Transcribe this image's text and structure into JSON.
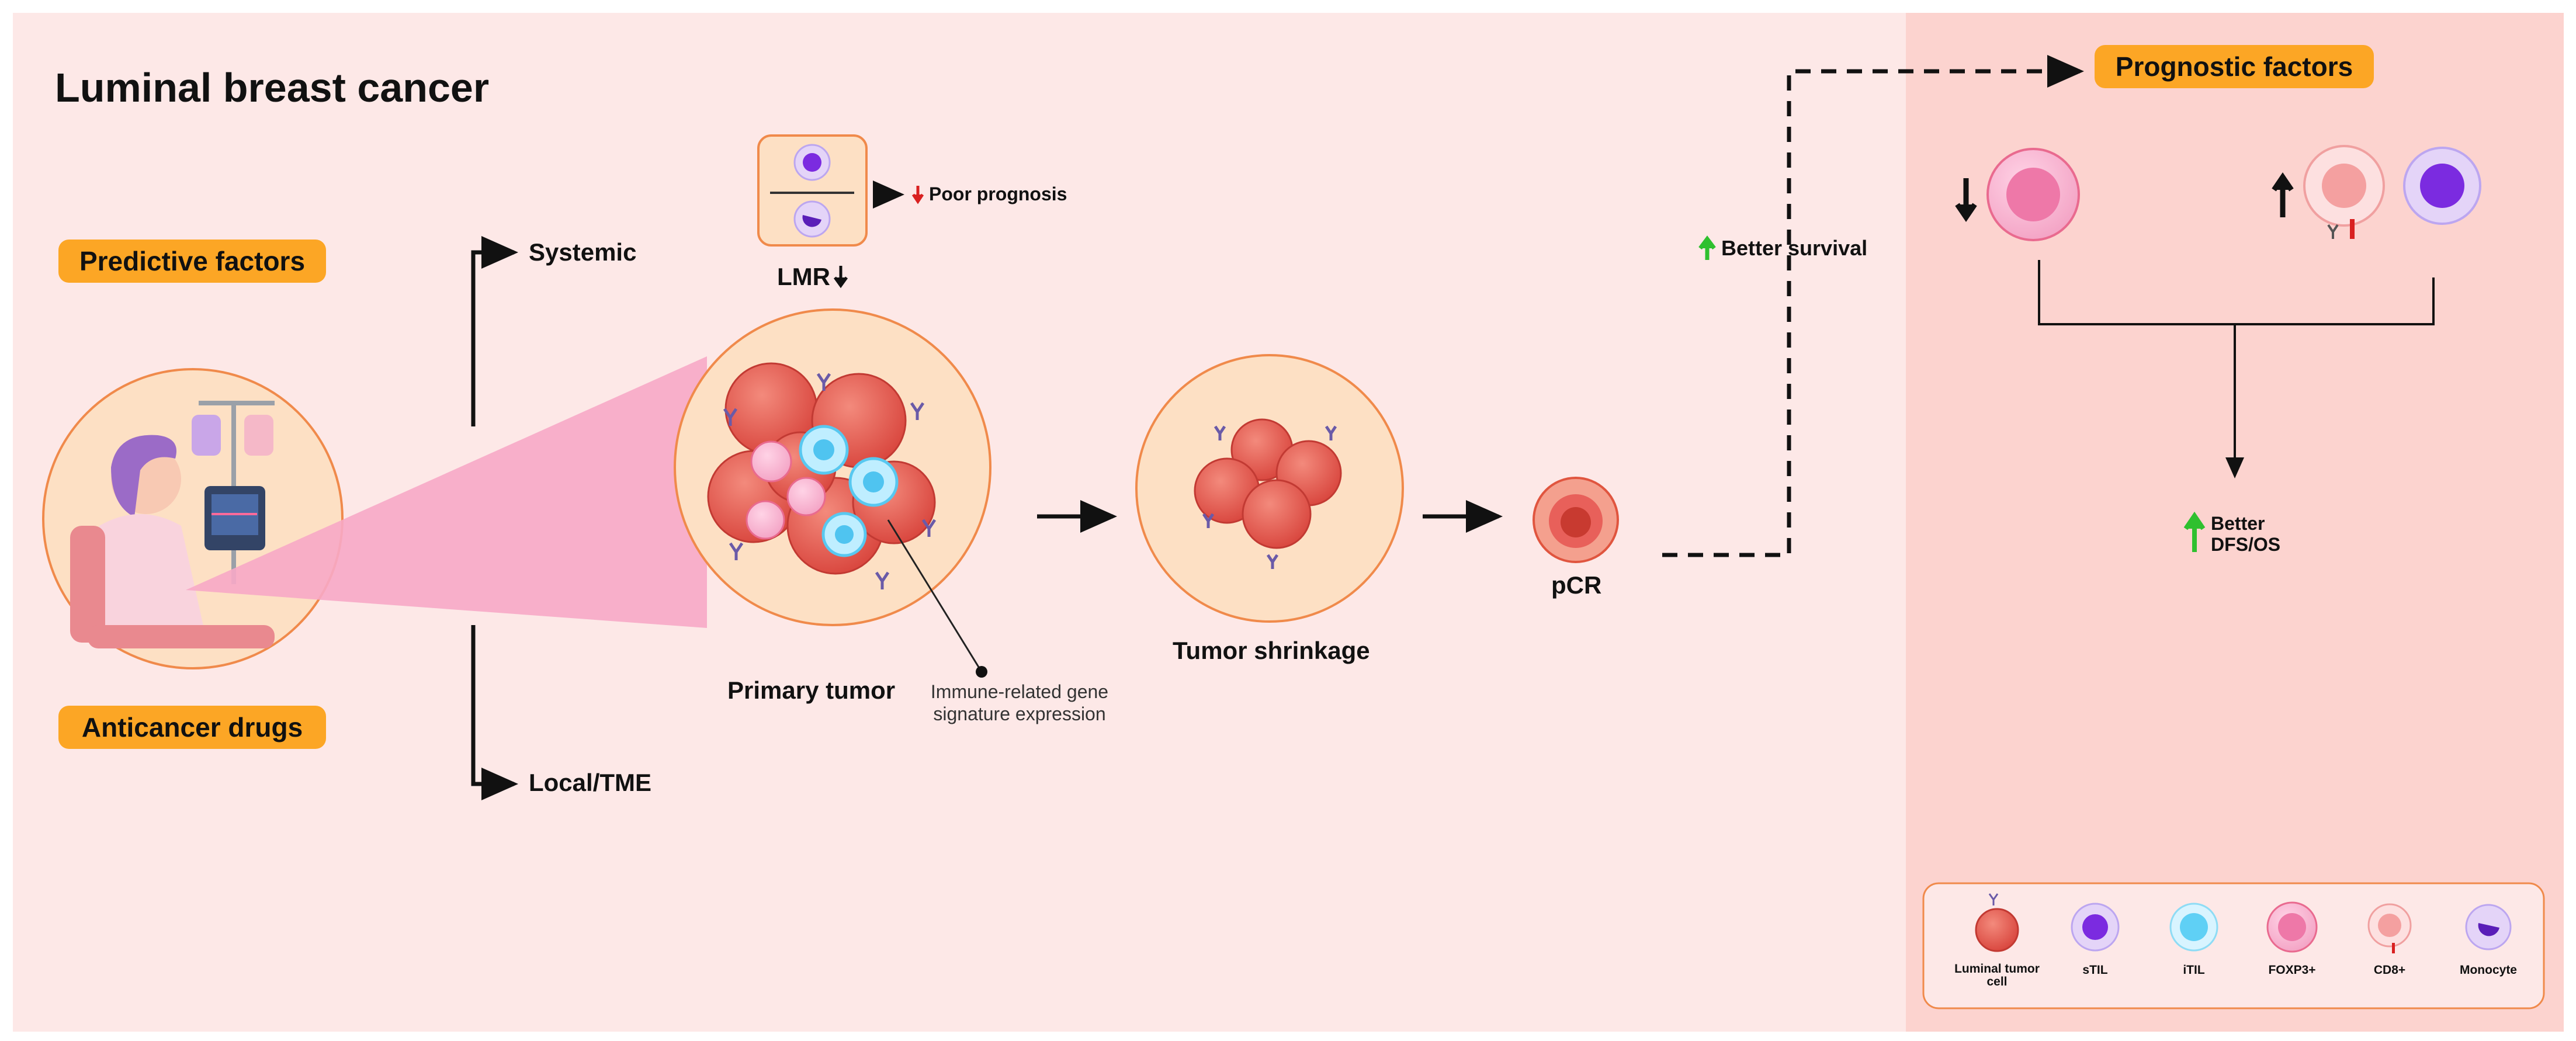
{
  "diagram": {
    "title": "Luminal breast cancer",
    "predictive_factors": "Predictive factors",
    "anticancer_drugs": "Anticancer drugs",
    "systemic": "Systemic",
    "local_tme": "Local/TME",
    "lmr": "LMR",
    "poor_prognosis": "Poor prognosis",
    "primary_tumor": "Primary tumor",
    "immune_gene": [
      "Immune-related gene",
      "signature expression"
    ],
    "tumor_shrinkage": "Tumor shrinkage",
    "pcr": "pCR",
    "better_survival": "Better survival",
    "prognostic_factors": "Prognostic factors",
    "better_dfs": [
      "Better",
      "DFS/OS"
    ]
  },
  "legend": {
    "items": [
      {
        "key": "luminal",
        "label": [
          "Luminal tumor",
          "cell"
        ]
      },
      {
        "key": "stil",
        "label": [
          "sTIL"
        ]
      },
      {
        "key": "itil",
        "label": [
          "iTIL"
        ]
      },
      {
        "key": "foxp3",
        "label": [
          "FOXP3+"
        ]
      },
      {
        "key": "cd8",
        "label": [
          "CD8+"
        ]
      },
      {
        "key": "monocyte",
        "label": [
          "Monocyte"
        ]
      }
    ]
  },
  "colors": {
    "background": "#fde8e7",
    "right_panel": "#fcd3cf",
    "pill": "#fca625",
    "tumor": "#e8605a",
    "circle_fill": "#fde0c4",
    "circle_stroke": "#f08a4b",
    "green_arrow": "#2fc02f",
    "red_arrow": "#d92020",
    "pink_wedge": "#f7a9c7"
  }
}
